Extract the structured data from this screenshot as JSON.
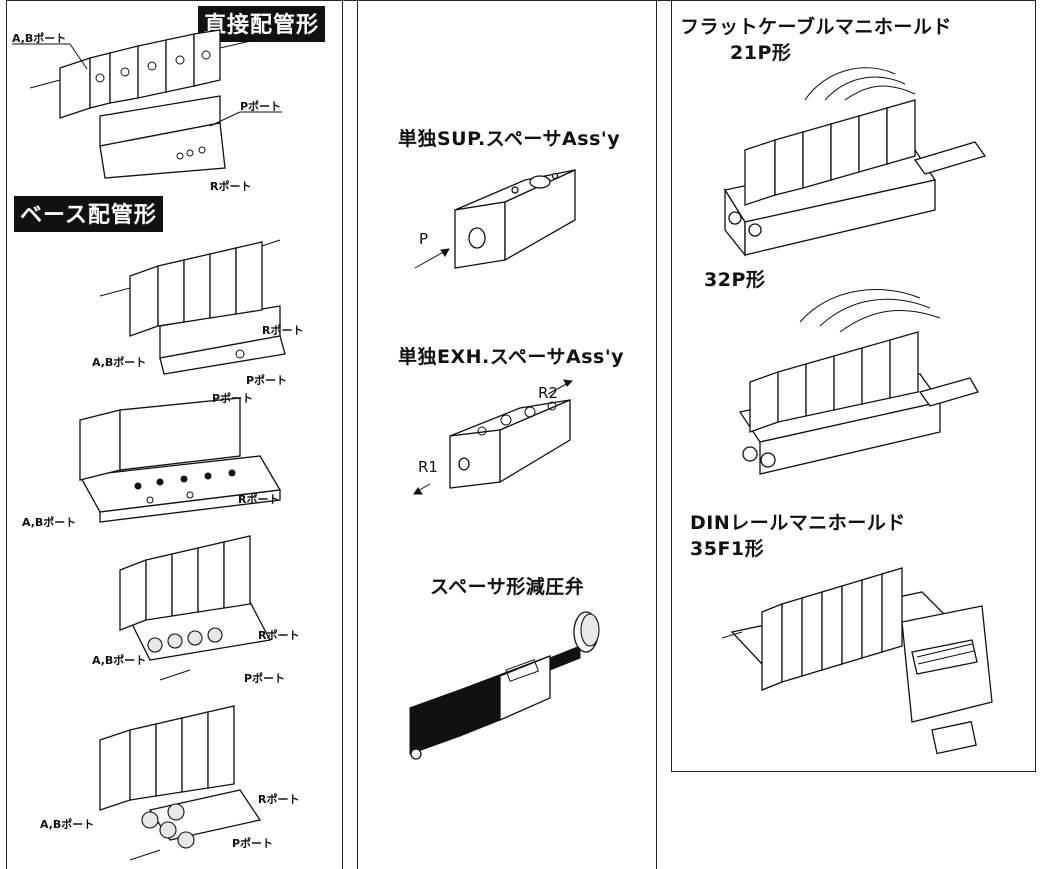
{
  "left": {
    "badge_direct": "直接配管形",
    "badge_base": "ベース配管形",
    "ports_direct": {
      "ab": "A,Bポート",
      "p": "Pポート",
      "r": "Rポート"
    },
    "ports_base1": {
      "r": "Rポート",
      "ab": "A,Bポート",
      "p": "Pポート"
    },
    "ports_base2": {
      "p": "Pポート",
      "r": "Rポート",
      "ab": "A,Bポート"
    },
    "ports_base3": {
      "r": "Rポート",
      "ab": "A,Bポート",
      "p": "Pポート"
    },
    "ports_base4": {
      "r": "Rポート",
      "ab": "A,Bポート",
      "p": "Pポート"
    }
  },
  "middle": {
    "sup_title": "単独SUP.スペーサAss'y",
    "sup_port": "P",
    "exh_title": "単独EXH.スペーサAss'y",
    "exh_r2": "R2",
    "exh_r1": "R1",
    "reg_title": "スペーサ形減圧弁"
  },
  "right": {
    "flat_title": "フラットケーブルマニホールド",
    "flat_21p": "21P形",
    "flat_32p": "32P形",
    "din_title": "DINレールマニホールド",
    "din_35f1": "35F1形"
  }
}
